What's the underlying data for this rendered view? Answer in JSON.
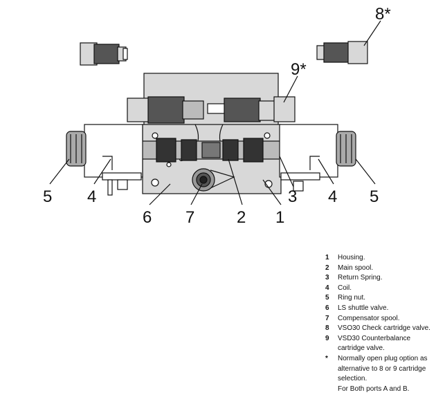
{
  "callouts": {
    "c1": "1",
    "c2": "2",
    "c3": "3",
    "c4a": "4",
    "c4b": "4",
    "c5a": "5",
    "c5b": "5",
    "c6": "6",
    "c7": "7",
    "c8": "8*",
    "c9": "9*"
  },
  "legend": [
    {
      "num": "1",
      "text": "Housing."
    },
    {
      "num": "2",
      "text": "Main spool."
    },
    {
      "num": "3",
      "text": "Return Spring."
    },
    {
      "num": "4",
      "text": "Coil."
    },
    {
      "num": "5",
      "text": "Ring nut."
    },
    {
      "num": "6",
      "text": "LS shuttle valve."
    },
    {
      "num": "7",
      "text": "Compensator spool."
    },
    {
      "num": "8",
      "text": "VSO30 Check cartridge valve."
    },
    {
      "num": "9",
      "text": "VSD30 Counterbalance\ncartridge valve."
    },
    {
      "num": "*",
      "text": "Normally open plug option as\nalternative to 8 or 9 cartridge\nselection."
    }
  ],
  "legend_note": "For Both ports A and B."
}
